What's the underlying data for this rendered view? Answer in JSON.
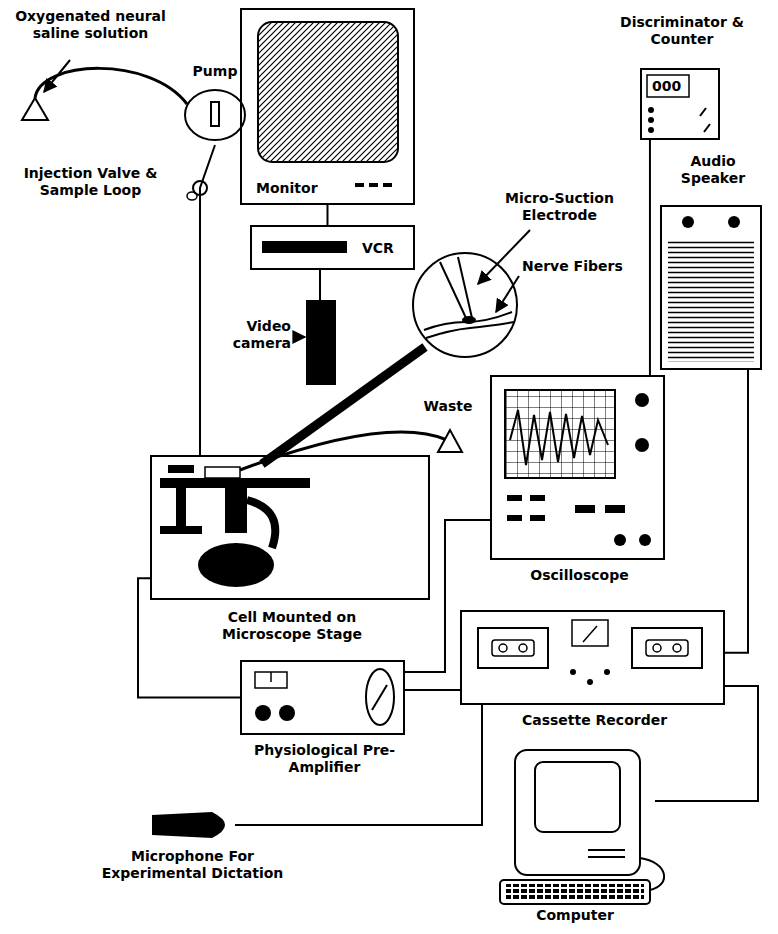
{
  "diagram": {
    "nodes": [
      {
        "text": [
          "Monitor"
        ]
      },
      {
        "text": [
          "VCR"
        ]
      },
      {
        "text": [
          "Discriminator & Counter",
          "000"
        ]
      },
      {
        "text": [
          "Audio Speaker"
        ]
      },
      {
        "text": [
          "Oscilloscope"
        ]
      },
      {
        "text": [
          "Cell Mounted on Microscope Stage"
        ]
      },
      {
        "text": [
          "Physiological Pre-Amplifier"
        ]
      },
      {
        "text": [
          "Cassette Recorder"
        ]
      },
      {
        "text": [
          "Microphone For Experimental Dictation"
        ]
      },
      {
        "text": [
          "Computer"
        ]
      },
      {
        "text": [
          "Pump"
        ]
      }
    ],
    "edges": [
      {
        "from": 0,
        "to": 1,
        "arrow": "none"
      },
      {
        "from": 5,
        "to": 6,
        "arrow": "none"
      },
      {
        "from": 6,
        "to": 4,
        "arrow": "none"
      },
      {
        "from": 6,
        "to": 7,
        "arrow": "none"
      },
      {
        "from": 4,
        "to": 2,
        "arrow": "none"
      },
      {
        "from": 7,
        "to": 3,
        "arrow": "none"
      },
      {
        "from": 7,
        "to": 9,
        "arrow": "none"
      },
      {
        "from": 8,
        "to": 7,
        "arrow": "none"
      },
      {
        "from": 10,
        "to": 5,
        "arrow": "none"
      }
    ],
    "labels": [
      "Oxygenated neural saline solution",
      "Injection Valve & Sample Loop",
      "Video camera",
      "Micro-Suction Electrode",
      "Nerve Fibers",
      "Waste"
    ]
  }
}
